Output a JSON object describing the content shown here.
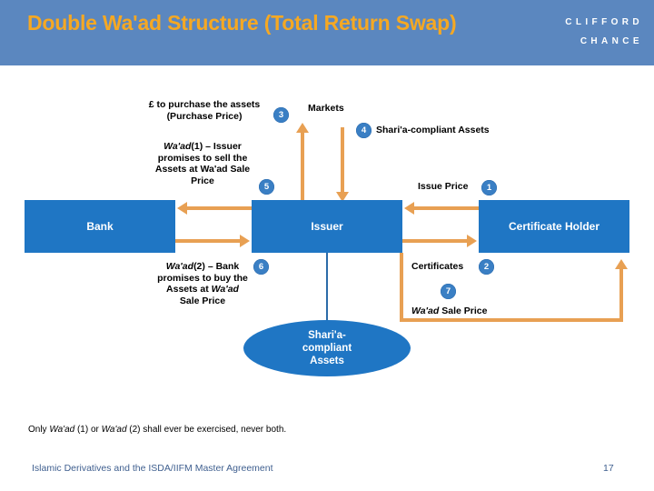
{
  "header": {
    "title": "Double Wa'ad Structure (Total Return Swap)",
    "logo_line1": "CLIFFORD",
    "logo_line2": "CHANCE"
  },
  "nodes": {
    "bank": "Bank",
    "issuer": "Issuer",
    "certificate_holder": "Certificate Holder",
    "ellipse_line1": "Shari'a-",
    "ellipse_line2": "compliant",
    "ellipse_line3": "Assets"
  },
  "labels": {
    "purchase_price_line1": "£ to purchase the assets",
    "purchase_price_line2": "(Purchase Price)",
    "markets": "Markets",
    "sharia_compliant_assets": "Shari'a-compliant Assets",
    "waad1_line1": "Wa'ad",
    "waad1_line2": "(1) – Issuer",
    "waad1_line3": "promises to sell the",
    "waad1_line4": "Assets at Wa'ad Sale",
    "waad1_line5": "Price",
    "issue_price": "Issue Price",
    "waad2_line1": "Wa'ad",
    "waad2_line2": "(2) – Bank",
    "waad2_line3": "promises to buy the",
    "waad2_line4": "Assets at",
    "waad2_line5": "Wa'ad",
    "waad2_line6": "Sale Price",
    "certificates": "Certificates",
    "waad_sale_price_italic": "Wa'ad",
    "waad_sale_price_rest": " Sale Price"
  },
  "badges": {
    "b1": "1",
    "b2": "2",
    "b3": "3",
    "b4": "4",
    "b5": "5",
    "b6": "6",
    "b7": "7"
  },
  "footnote": {
    "prefix": "Only ",
    "waad1": "Wa'ad",
    "mid1": " (1) or ",
    "waad2": "Wa'ad",
    "suffix": " (2) shall ever be exercised, never both."
  },
  "footer": {
    "text": "Islamic Derivatives and the ISDA/IIFM Master Agreement",
    "page": "17"
  },
  "colors": {
    "header_band": "#5b87bf",
    "title": "#f5a823",
    "node_blue": "#1f76c4",
    "arrow_orange": "#e8a053",
    "badge_blue": "#3a7fc4",
    "footer_blue": "#3f5f8f"
  }
}
